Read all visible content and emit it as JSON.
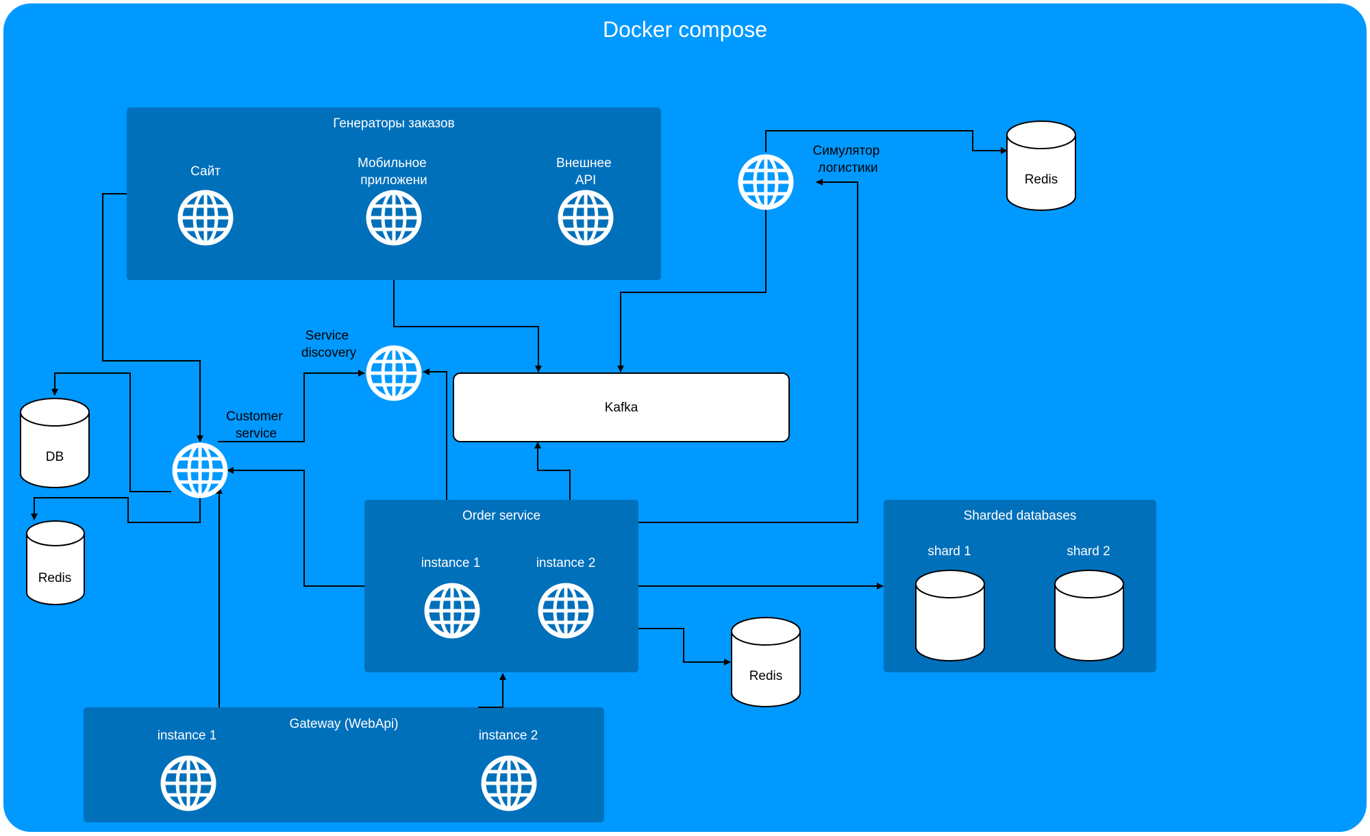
{
  "title": "Docker compose",
  "colors": {
    "canvas": "#0099FF",
    "group": "#0070BB",
    "line": "#000000",
    "node": "#FFFFFF"
  },
  "groups": {
    "order_generators": {
      "label": "Генераторы заказов",
      "items": [
        "Сайт",
        "Мобильное приложени",
        "Внешнее API"
      ],
      "item_lines": [
        [
          "Сайт"
        ],
        [
          "Мобильное",
          "приложени"
        ],
        [
          "Внешнее",
          "API"
        ]
      ]
    },
    "order_service": {
      "label": "Order service",
      "items": [
        "instance 1",
        "instance 2"
      ]
    },
    "sharded_databases": {
      "label": "Sharded databases",
      "items": [
        "shard 1",
        "shard 2"
      ]
    },
    "gateway": {
      "label": "Gateway (WebApi)",
      "items": [
        "instance 1",
        "instance 2"
      ]
    }
  },
  "nodes": {
    "logistics_simulator": {
      "label": "Симулятор логистики",
      "lines": [
        "Симулятор",
        "логистики"
      ],
      "icon": "globe-icon"
    },
    "service_discovery": {
      "label": "Service discovery",
      "lines": [
        "Service",
        "discovery"
      ],
      "icon": "globe-icon"
    },
    "customer_service": {
      "label": "Customer service",
      "lines": [
        "Customer",
        "service"
      ],
      "icon": "globe-icon"
    },
    "kafka": {
      "label": "Kafka"
    }
  },
  "databases": {
    "redis_logistics": "Redis",
    "db_customer": "DB",
    "redis_customer": "Redis",
    "redis_order": "Redis"
  }
}
